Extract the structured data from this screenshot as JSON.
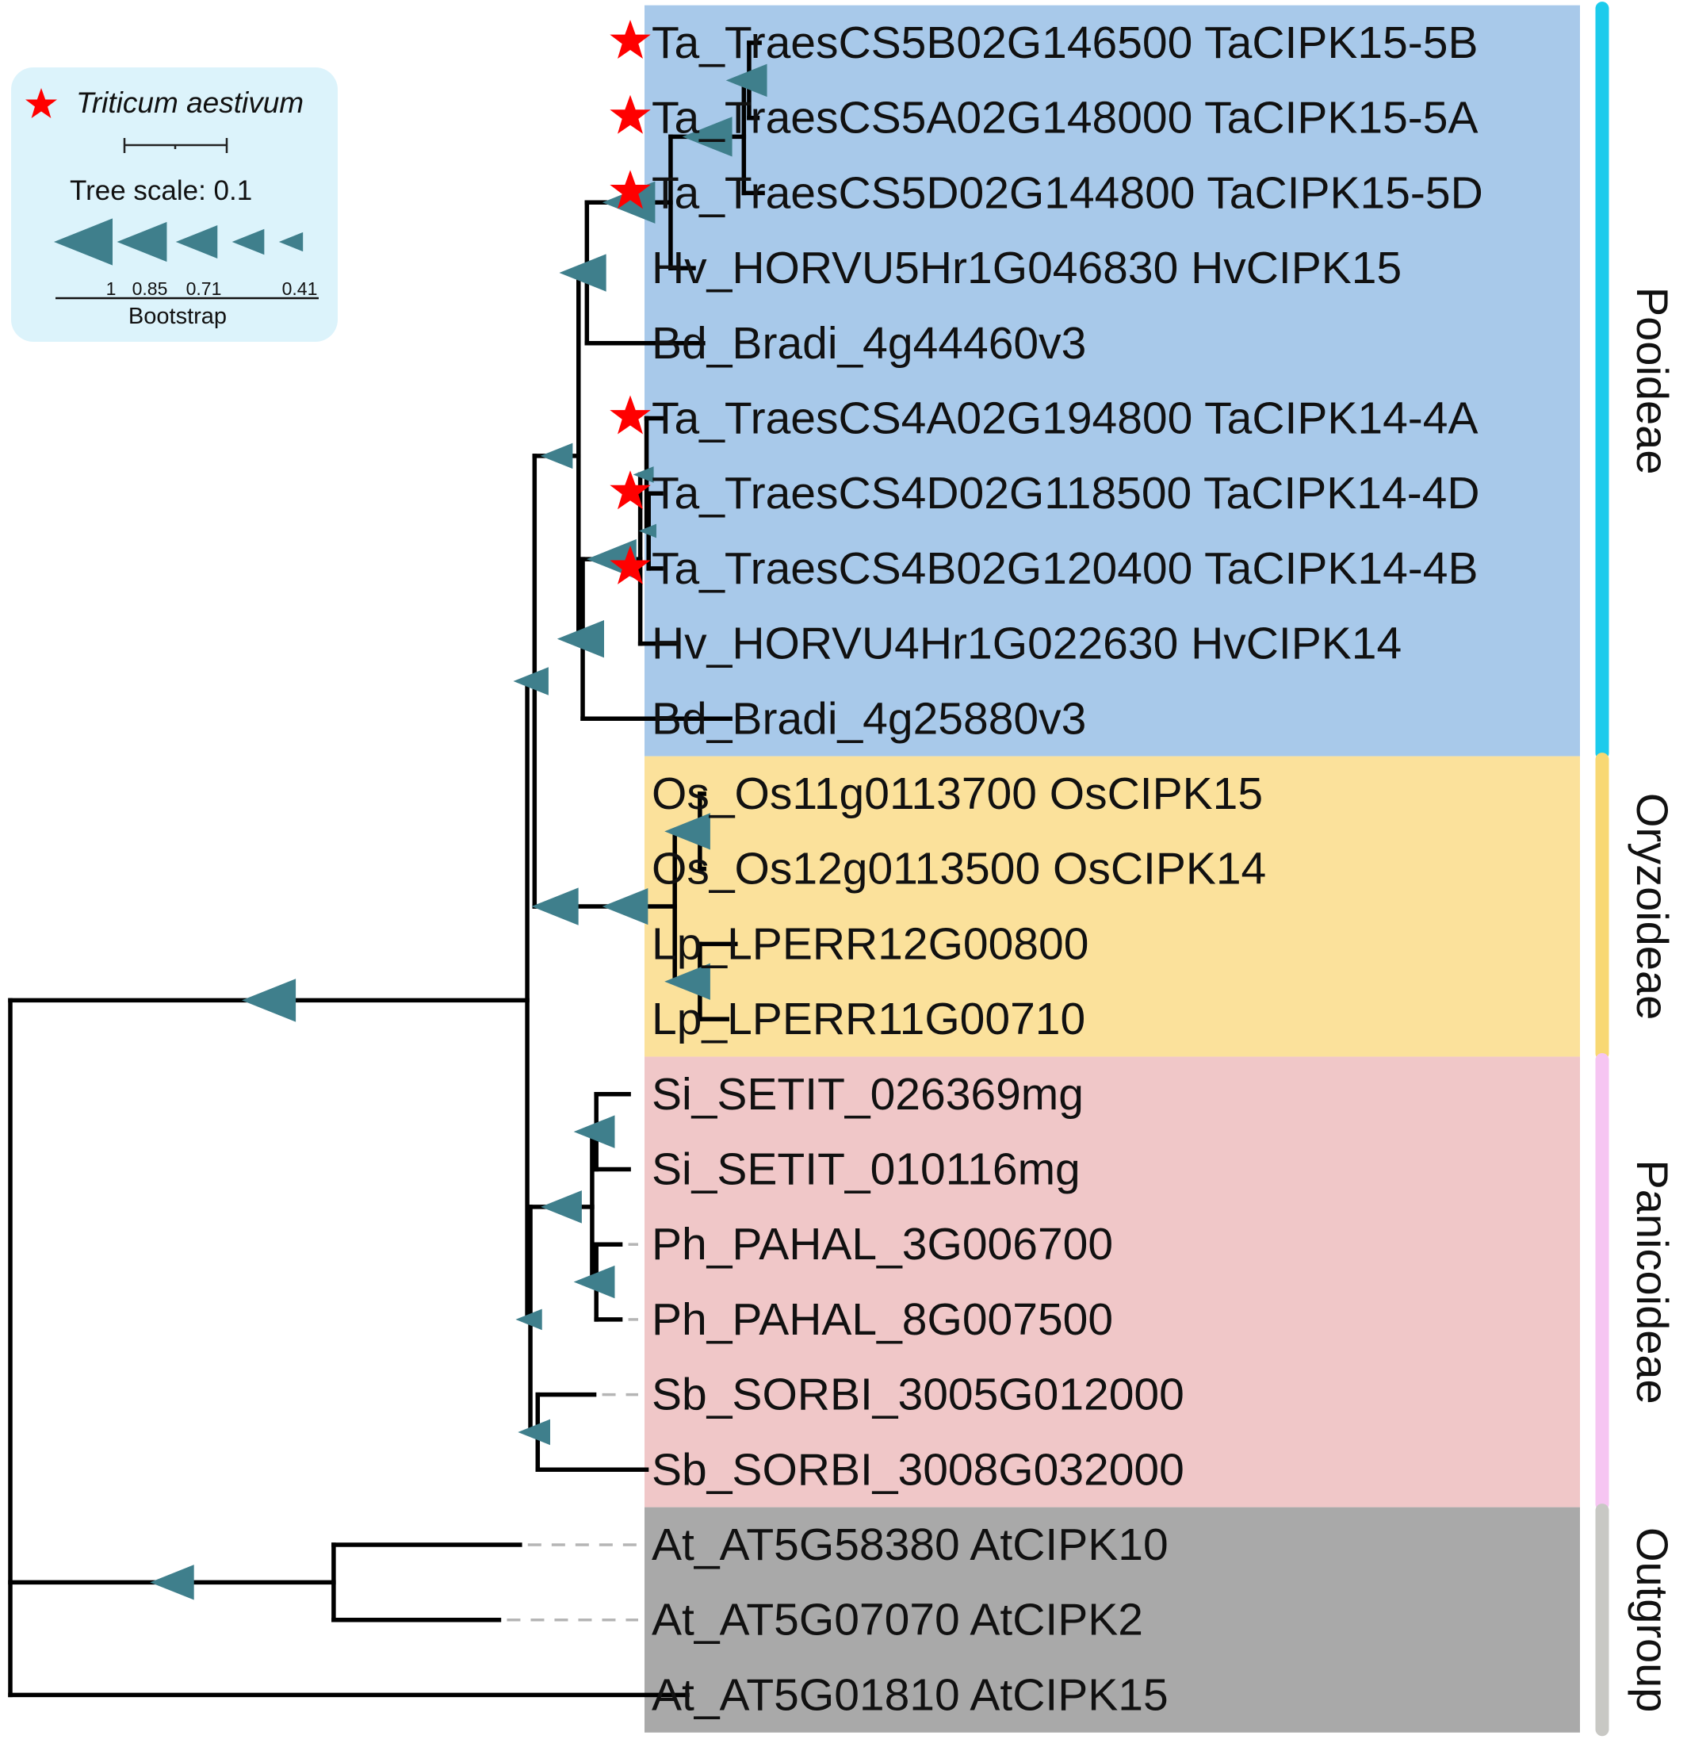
{
  "legend": {
    "species_label": "Triticum aestivum",
    "tree_scale_label": "Tree scale: 0.1",
    "bootstrap_label": "Bootstrap",
    "bootstrap_ticks": [
      "1",
      "0.85",
      "0.71",
      "0.41"
    ],
    "bootstrap_values": [
      1,
      0.85,
      0.71,
      0.55,
      0.41
    ]
  },
  "leaves": [
    {
      "label": "Ta_TraesCS5B02G146500 TaCIPK15-5B",
      "wheat": true
    },
    {
      "label": "Ta_TraesCS5A02G148000 TaCIPK15-5A",
      "wheat": true
    },
    {
      "label": "Ta_TraesCS5D02G144800 TaCIPK15-5D",
      "wheat": true
    },
    {
      "label": "Hv_HORVU5Hr1G046830 HvCIPK15",
      "wheat": false
    },
    {
      "label": "Bd_Bradi_4g44460v3",
      "wheat": false
    },
    {
      "label": "Ta_TraesCS4A02G194800 TaCIPK14-4A",
      "wheat": true
    },
    {
      "label": "Ta_TraesCS4D02G118500 TaCIPK14-4D",
      "wheat": true
    },
    {
      "label": "Ta_TraesCS4B02G120400 TaCIPK14-4B",
      "wheat": true
    },
    {
      "label": "Hv_HORVU4Hr1G022630 HvCIPK14",
      "wheat": false
    },
    {
      "label": "Bd_Bradi_4g25880v3",
      "wheat": false
    },
    {
      "label": "Os_Os11g0113700 OsCIPK15",
      "wheat": false
    },
    {
      "label": "Os_Os12g0113500 OsCIPK14",
      "wheat": false
    },
    {
      "label": "Lp_LPERR12G00800",
      "wheat": false
    },
    {
      "label": "Lp_LPERR11G00710",
      "wheat": false
    },
    {
      "label": "Si_SETIT_026369mg",
      "wheat": false
    },
    {
      "label": "Si_SETIT_010116mg",
      "wheat": false
    },
    {
      "label": "Ph_PAHAL_3G006700",
      "wheat": false
    },
    {
      "label": "Ph_PAHAL_8G007500",
      "wheat": false
    },
    {
      "label": "Sb_SORBI_3005G012000",
      "wheat": false
    },
    {
      "label": "Sb_SORBI_3008G032000",
      "wheat": false
    },
    {
      "label": "At_AT5G58380 AtCIPK10",
      "wheat": false
    },
    {
      "label": "At_AT5G07070 AtCIPK2",
      "wheat": false
    },
    {
      "label": "At_AT5G01810 AtCIPK15",
      "wheat": false
    }
  ],
  "clades": [
    {
      "name": "Pooideae",
      "first_leaf": 0,
      "last_leaf": 9,
      "bg_color": "#a8c9ea",
      "bar_color": "#1ccbec"
    },
    {
      "name": "Oryzoideae",
      "first_leaf": 10,
      "last_leaf": 13,
      "bg_color": "#fbe19b",
      "bar_color": "#f8d873"
    },
    {
      "name": "Panicoideae",
      "first_leaf": 14,
      "last_leaf": 19,
      "bg_color": "#f0c7c8",
      "bar_color": "#f6c5f2"
    },
    {
      "name": "Outgroup",
      "first_leaf": 20,
      "last_leaf": 22,
      "bg_color": "#a9a9a9",
      "bar_color": "#c8c8c4"
    }
  ],
  "colors": {
    "branch": "#000000",
    "bootstrap_marker": "#3f7f8c",
    "dash": "#b5b5b5",
    "wheat_star": "#ff0000",
    "legend_bg": "#dcf3fb"
  },
  "tree_scale": 0.1,
  "tree": {
    "name": "root",
    "children": [
      {
        "name": "monocot-clade",
        "length": 0.494,
        "bootstrap": 0.92,
        "children": [
          {
            "name": "pooideae-oryzoideae",
            "length": 0.007,
            "bootstrap": 0.6,
            "children": [
              {
                "name": "pooideae",
                "length": 0.042,
                "bootstrap": 0.55,
                "children": [
                  {
                    "name": "cipk15-clade",
                    "length": 0.008,
                    "bootstrap": 0.8,
                    "children": [
                      {
                        "name": "cipk15-triticeae",
                        "length": 0.08,
                        "bootstrap": 0.9,
                        "children": [
                          {
                            "name": "ta-cipk15",
                            "length": 0.07,
                            "bootstrap": 0.85,
                            "children": [
                              {
                                "name": "ta-5b-5a",
                                "length": 0.005,
                                "bootstrap": 0.7,
                                "children": [
                                  {
                                    "leaf": 0,
                                    "length": 0.01
                                  },
                                  {
                                    "leaf": 1,
                                    "length": 0.008
                                  }
                                ]
                              },
                              {
                                "leaf": 2,
                                "length": 0.018
                              }
                            ]
                          },
                          {
                            "leaf": 3,
                            "length": 0.022
                          }
                        ]
                      },
                      {
                        "leaf": 4,
                        "length": 0.111
                      }
                    ]
                  },
                  {
                    "name": "cipk14-clade",
                    "length": 0.004,
                    "bootstrap": 0.8,
                    "children": [
                      {
                        "name": "cipk14-triticeae",
                        "length": 0.055,
                        "bootstrap": 0.85,
                        "children": [
                          {
                            "name": "ta-cipk14",
                            "length": 0.006,
                            "bootstrap": 0.35,
                            "children": [
                              {
                                "leaf": 5,
                                "length": 0.017
                              },
                              {
                                "name": "ta-4d-4b",
                                "length": 0.002,
                                "bootstrap": 0.3,
                                "children": [
                                  {
                                    "leaf": 6,
                                    "length": 0.012
                                  },
                                  {
                                    "leaf": 7,
                                    "length": 0.012
                                  }
                                ]
                              }
                            ]
                          },
                          {
                            "leaf": 8,
                            "length": 0.035
                          }
                        ]
                      },
                      {
                        "leaf": 9,
                        "length": 0.141
                      }
                    ]
                  }
                ]
              },
              {
                "name": "oryzoideae",
                "length": 0.039,
                "bootstrap": 0.8,
                "children": [
                  {
                    "name": "oryzoideae-core",
                    "length": 0.095,
                    "bootstrap": 0.78,
                    "children": [
                      {
                        "name": "os-pair",
                        "length": 0.024,
                        "bootstrap": 0.78,
                        "children": [
                          {
                            "leaf": 10,
                            "length": 0.004
                          },
                          {
                            "leaf": 11,
                            "length": 0.004
                          }
                        ]
                      },
                      {
                        "name": "lp-pair",
                        "length": 0.024,
                        "bootstrap": 0.78,
                        "children": [
                          {
                            "leaf": 12,
                            "length": 0.034
                          },
                          {
                            "leaf": 13,
                            "length": 0.026
                          }
                        ]
                      }
                    ]
                  }
                ]
              }
            ]
          },
          {
            "name": "panicoideae",
            "length": 0.003,
            "bootstrap": 0.45,
            "children": [
              {
                "name": "si-ph",
                "length": 0.059,
                "bootstrap": 0.7,
                "children": [
                  {
                    "name": "si-pair",
                    "length": 0.004,
                    "bootstrap": 0.7,
                    "children": [
                      {
                        "leaf": 14,
                        "length": 0.031
                      },
                      {
                        "leaf": 15,
                        "length": 0.031
                      }
                    ]
                  },
                  {
                    "name": "ph-pair",
                    "length": 0.004,
                    "bootstrap": 0.7,
                    "children": [
                      {
                        "leaf": 16,
                        "length": 0.023
                      },
                      {
                        "leaf": 17,
                        "length": 0.023
                      }
                    ]
                  }
                ]
              },
              {
                "name": "sb-pair",
                "length": 0.007,
                "bootstrap": 0.55,
                "children": [
                  {
                    "leaf": 18,
                    "length": 0.054
                  },
                  {
                    "leaf": 19,
                    "length": 0.104
                  }
                ]
              }
            ]
          }
        ]
      },
      {
        "name": "at-pair",
        "length": 0.309,
        "bootstrap": 0.75,
        "children": [
          {
            "leaf": 20,
            "length": 0.178
          },
          {
            "leaf": 21,
            "length": 0.158
          }
        ]
      },
      {
        "leaf": 22,
        "length": 0.647
      }
    ]
  }
}
